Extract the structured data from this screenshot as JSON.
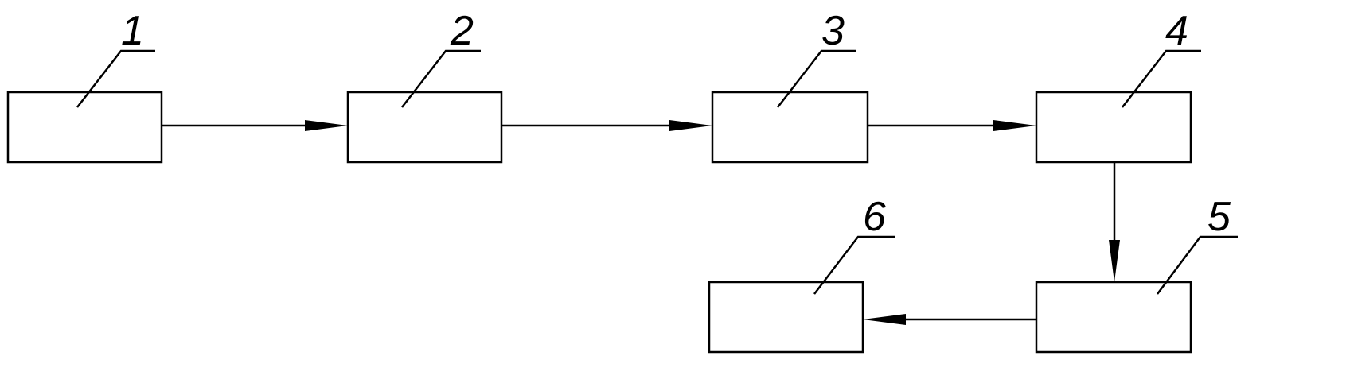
{
  "diagram": {
    "blocks": [
      {
        "id": "block-1",
        "label": "1"
      },
      {
        "id": "block-2",
        "label": "2"
      },
      {
        "id": "block-3",
        "label": "3"
      },
      {
        "id": "block-4",
        "label": "4"
      },
      {
        "id": "block-5",
        "label": "5"
      },
      {
        "id": "block-6",
        "label": "6"
      }
    ],
    "flows": [
      {
        "from": "1",
        "to": "2"
      },
      {
        "from": "2",
        "to": "3"
      },
      {
        "from": "3",
        "to": "4"
      },
      {
        "from": "4",
        "to": "5"
      },
      {
        "from": "5",
        "to": "6"
      }
    ],
    "colors": {
      "stroke": "#000000",
      "background": "#ffffff"
    }
  }
}
